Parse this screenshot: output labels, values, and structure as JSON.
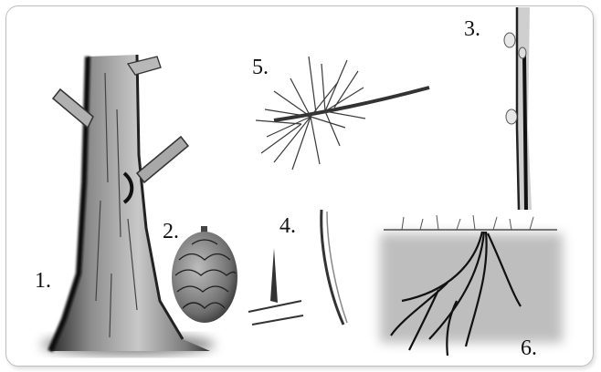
{
  "labels": {
    "trunk": "1.",
    "cone": "2.",
    "resin_branch": "3.",
    "needles": "4.",
    "pine_twig": "5.",
    "roots": "6."
  }
}
